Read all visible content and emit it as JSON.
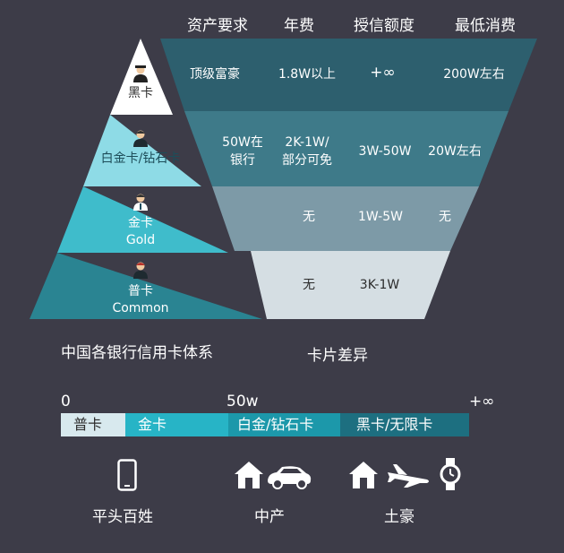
{
  "headers": [
    "资产要求",
    "年费",
    "授信额度",
    "最低消费"
  ],
  "pyramid": [
    {
      "name": "黑卡",
      "sub": ""
    },
    {
      "name": "白金卡/钻石卡",
      "sub": ""
    },
    {
      "name": "金卡",
      "sub": "Gold"
    },
    {
      "name": "普卡",
      "sub": "Common"
    }
  ],
  "rows": [
    {
      "assets": "顶级富豪",
      "fee": "1.8W以上",
      "credit": "+∞",
      "min_spend": "200W左右"
    },
    {
      "assets_line1": "50W在",
      "assets_line2": "银行",
      "fee_line1": "2K-1W/",
      "fee_line2": "部分可免",
      "credit": "3W-50W",
      "min_spend": "20W左右"
    },
    {
      "fee": "无",
      "credit": "1W-5W",
      "min_spend": "无"
    },
    {
      "fee": "无",
      "credit": "3K-1W"
    }
  ],
  "captions": {
    "left": "中国各银行信用卡体系",
    "right": "卡片差异"
  },
  "scale": {
    "start": "0",
    "mid": "50w",
    "end": "+∞"
  },
  "bar": [
    "普卡",
    "金卡",
    "白金/钻石卡",
    "黑卡/无限卡"
  ],
  "groups": [
    "平头百姓",
    "中产",
    "土豪"
  ],
  "colors": {
    "background": "#3d3c48",
    "pyramid": [
      "#ffffff",
      "#8edbe6",
      "#3fbccb",
      "#2a8492"
    ],
    "inverted": [
      "#2d5f6e",
      "#3e7a89",
      "#7d9aa7",
      "#d5dee3"
    ],
    "bar": [
      "#d8e9ee",
      "#27b4c6",
      "#1c98aa",
      "#1d6f80"
    ]
  },
  "icons": [
    "person-icon",
    "phone-icon",
    "house-icon",
    "car-icon",
    "plane-icon",
    "watch-icon"
  ]
}
